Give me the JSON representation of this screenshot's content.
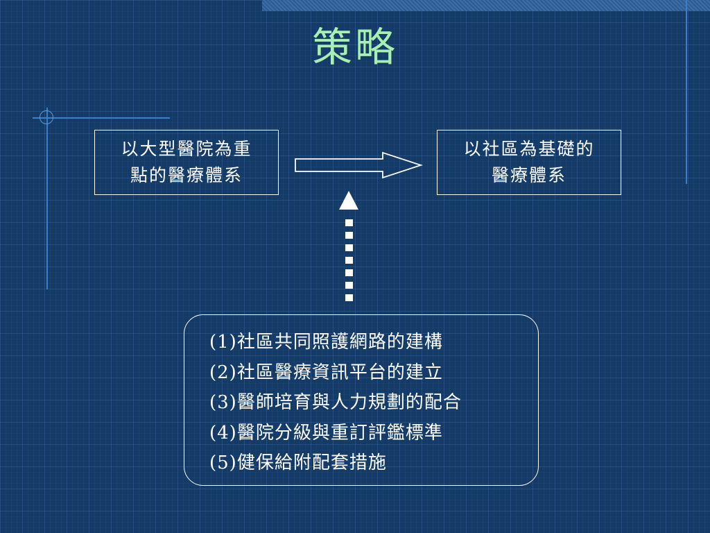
{
  "slide": {
    "title": "策略"
  },
  "diagram": {
    "from_box": {
      "line1": "以大型醫院為重",
      "line2": "點的醫療體系"
    },
    "to_box": {
      "line1": "以社區為基礎的",
      "line2": "醫療體系"
    },
    "strategies": [
      "(1)社區共同照護網路的建構",
      "(2)社區醫療資訊平台的建立",
      "(3)醫師培育與人力規劃的配合",
      "(4)醫院分級與重訂評鑑標準",
      "(5)健保給附配套措施"
    ]
  },
  "colors": {
    "background": "#143a66",
    "title": "#a8f0b0",
    "text": "#ffffff",
    "accent_line": "#3a7fc8"
  }
}
